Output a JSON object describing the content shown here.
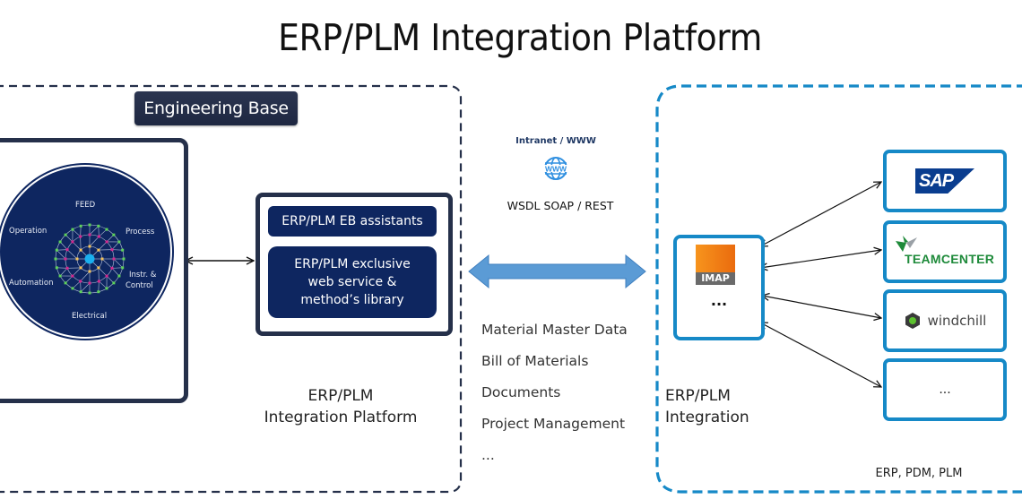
{
  "title": "ERP/PLM Integration Platform",
  "left_panel": {
    "badge": "Engineering Base",
    "circle": {
      "center_icon": "network-graph-icon",
      "labels": [
        "FEED",
        "Operation",
        "Process",
        "Automation",
        "Instr. &",
        "Control",
        "Electrical"
      ]
    },
    "service_box": {
      "assistants": "ERP/PLM EB assistants",
      "library_lines": [
        "ERP/PLM exclusive",
        "web service &",
        "method’s library"
      ]
    },
    "label_lines": [
      "ERP/PLM",
      "Integration Platform"
    ]
  },
  "middle": {
    "network_label": "Intranet / WWW",
    "network_icon": "www-globe-icon",
    "protocol": "WSDL SOAP / REST",
    "arrow": "double-headed-arrow",
    "data_items": [
      "Material Master Data",
      "Bill of Materials",
      "Documents",
      "Project Management",
      "..."
    ]
  },
  "right_panel": {
    "label_lines": [
      "ERP/PLM",
      "Integration"
    ],
    "imap": {
      "logo_text": "IMAP",
      "more": "..."
    },
    "systems": [
      {
        "name": "SAP",
        "logo": "sap-logo"
      },
      {
        "name": "TEAMCENTER",
        "logo": "teamcenter-logo"
      },
      {
        "name": "windchill",
        "logo": "windchill-logo"
      },
      {
        "name": "...",
        "logo": ""
      }
    ],
    "footer": "ERP, PDM, PLM"
  },
  "colors": {
    "navy": "#0e2660",
    "dark_border": "#25304a",
    "accent_blue": "#1689c7",
    "arrow_blue": "#5b9bd5",
    "imap_orange": "#f7941d",
    "teamcenter_green": "#1e8a3a"
  }
}
